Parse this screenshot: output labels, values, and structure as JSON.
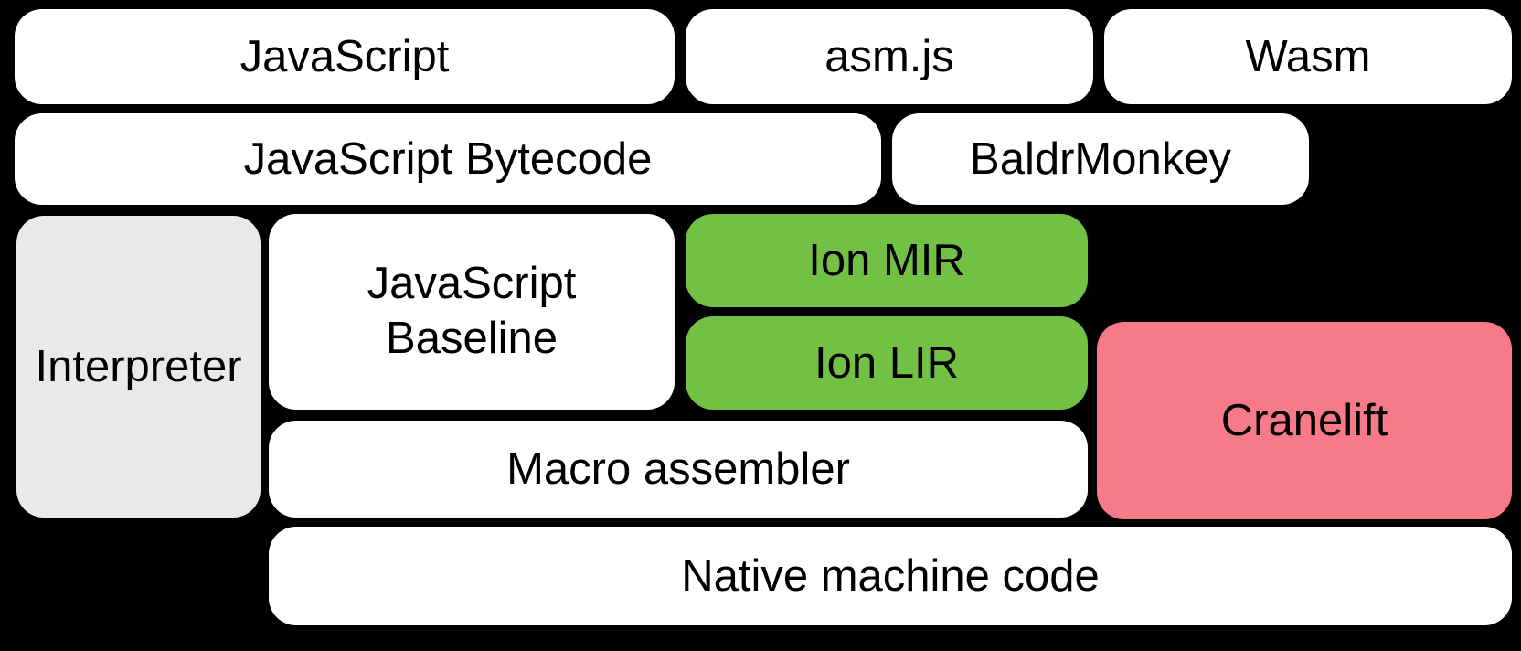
{
  "diagram": {
    "background_color": "#000000",
    "text_color": "#000000",
    "colors": {
      "plain_box": "#ffffff",
      "interpreter_box": "#e9e9e9",
      "ion_box": "#72c044",
      "cranelift_box": "#f67a88"
    },
    "nodes": {
      "javascript": {
        "label": "JavaScript"
      },
      "asm_js": {
        "label": "asm.js"
      },
      "wasm": {
        "label": "Wasm"
      },
      "javascript_bytecode": {
        "label": "JavaScript Bytecode"
      },
      "baldrmonkey": {
        "label": "BaldrMonkey"
      },
      "interpreter": {
        "label": "Interpreter"
      },
      "javascript_baseline": {
        "lines": [
          "JavaScript",
          "Baseline"
        ]
      },
      "ion_mir": {
        "label": "Ion MIR"
      },
      "ion_lir": {
        "label": "Ion LIR"
      },
      "cranelift": {
        "label": "Cranelift"
      },
      "macro_assembler": {
        "label": "Macro assembler"
      },
      "native_machine_code": {
        "label": "Native machine code"
      }
    }
  }
}
